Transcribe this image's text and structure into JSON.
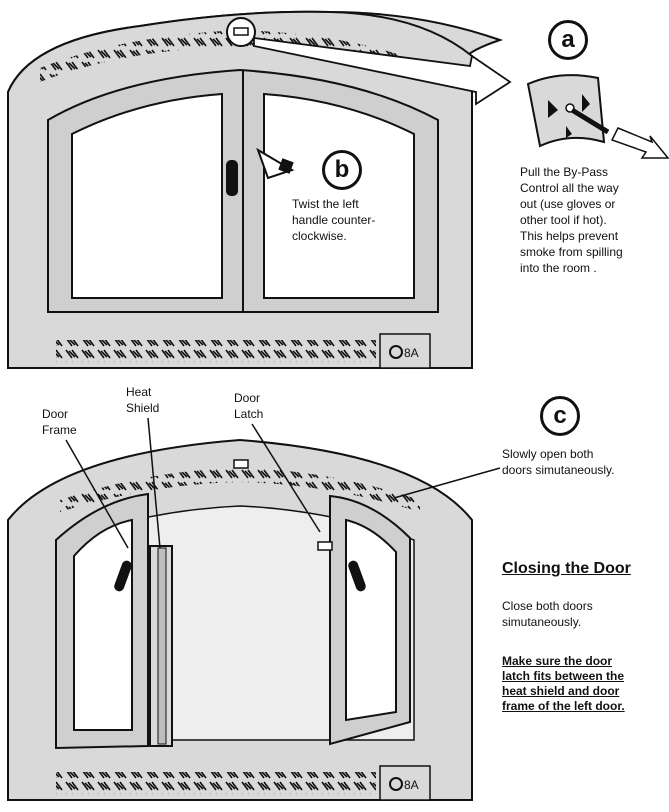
{
  "markers": {
    "a": "a",
    "b": "b",
    "c": "c"
  },
  "step_a": {
    "lines": [
      "Pull the By-Pass",
      "Control all the way",
      "out (use gloves or",
      "other tool if hot).",
      "This helps prevent",
      "smoke from spilling",
      "into the room ."
    ]
  },
  "step_b": {
    "lines": [
      "Twist the left",
      "handle counter-",
      "clockwise."
    ]
  },
  "step_c": {
    "lines": [
      "Slowly open both",
      "doors simutaneously."
    ]
  },
  "labels": {
    "door_frame": [
      "Door",
      "Frame"
    ],
    "heat_shield": [
      "Heat",
      "Shield"
    ],
    "door_latch": [
      "Door",
      "Latch"
    ]
  },
  "closing": {
    "heading": "Closing the Door",
    "body": [
      "Close both doors",
      "simutaneously."
    ],
    "warning": [
      "Make sure the door",
      "latch fits between the",
      "heat shield and door",
      "frame of the left door."
    ]
  },
  "colors": {
    "fill": "#d9d9d9",
    "line": "#111111",
    "glass": "#ffffff"
  }
}
